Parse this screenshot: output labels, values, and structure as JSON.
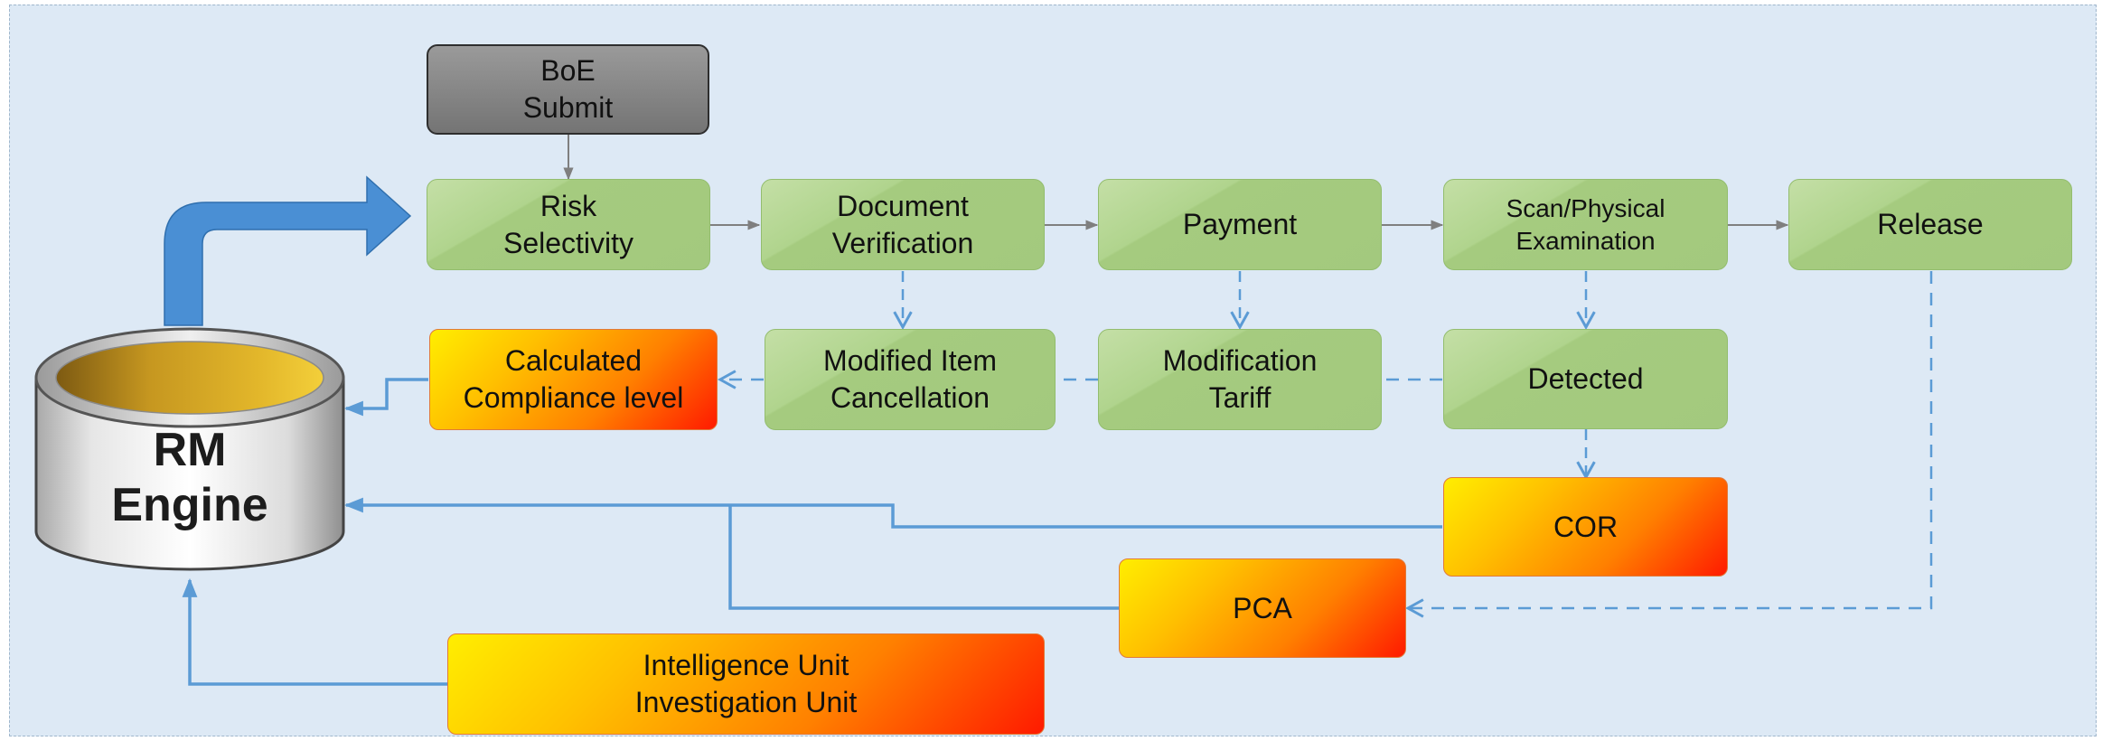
{
  "engine": {
    "label": "RM\nEngine"
  },
  "nodes": {
    "boe_submit": "BoE\nSubmit",
    "risk_selectivity": "Risk\nSelectivity",
    "document_verification": "Document\nVerification",
    "payment": "Payment",
    "scan_physical": "Scan/Physical\nExamination",
    "release": "Release",
    "calculated_compliance": "Calculated\nCompliance level",
    "modified_item_cancellation": "Modified Item\nCancellation",
    "modification_tariff": "Modification\nTariff",
    "detected": "Detected",
    "cor": "COR",
    "pca": "PCA",
    "intelligence_investigation": "Intelligence Unit\nInvestigation Unit"
  },
  "colors": {
    "background": "#dde9f5",
    "process_green": "#a9cf84",
    "connector_gray": "#7f7f7f",
    "connector_blue": "#5b9bd5",
    "big_arrow_blue": "#4a8fd4"
  }
}
